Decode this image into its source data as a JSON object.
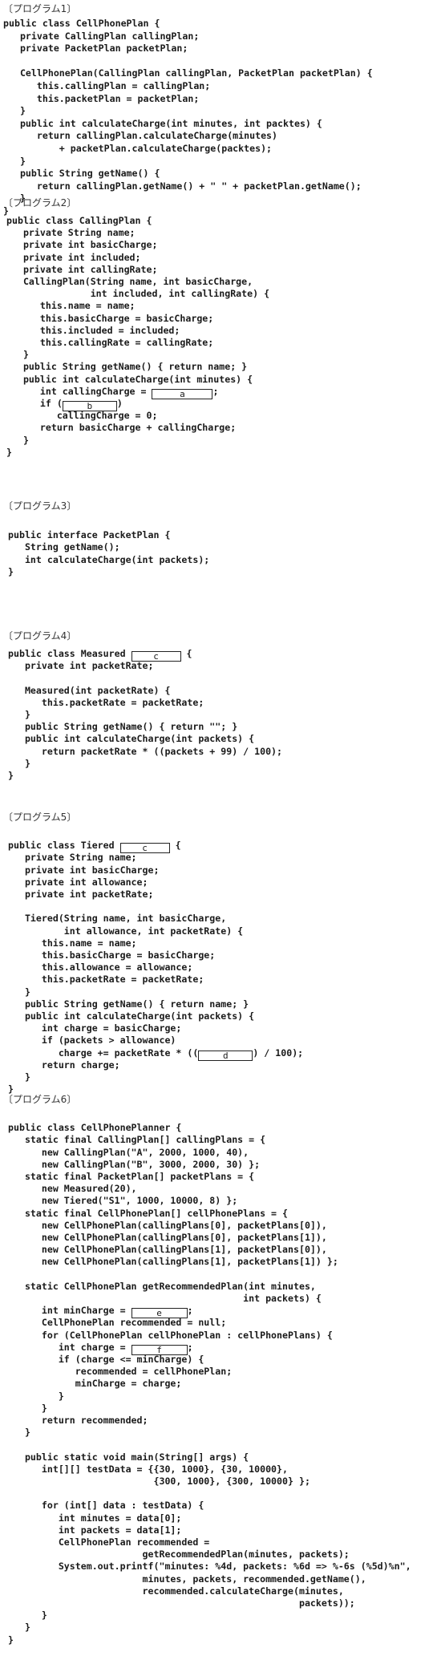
{
  "programs": [
    {
      "heading": "〔プログラム1〕",
      "lines": [
        [
          {
            "t": "public class CellPhonePlan {"
          }
        ],
        [
          {
            "t": "   private CallingPlan callingPlan;"
          }
        ],
        [
          {
            "t": "   private PacketPlan packetPlan;"
          }
        ],
        [
          {
            "t": ""
          }
        ],
        [
          {
            "t": "   CellPhonePlan(CallingPlan callingPlan, PacketPlan packetPlan) {"
          }
        ],
        [
          {
            "t": "      this.callingPlan = callingPlan;"
          }
        ],
        [
          {
            "t": "      this.packetPlan = packetPlan;"
          }
        ],
        [
          {
            "t": "   }"
          }
        ],
        [
          {
            "t": "   public int calculateCharge(int minutes, int packtes) {"
          }
        ],
        [
          {
            "t": "      return callingPlan.calculateCharge(minutes)"
          }
        ],
        [
          {
            "t": "          + packetPlan.calculateCharge(packtes);"
          }
        ],
        [
          {
            "t": "   }"
          }
        ],
        [
          {
            "t": "   public String getName() {"
          }
        ],
        [
          {
            "t": "      return callingPlan.getName() + \" \" + packetPlan.getName();"
          }
        ],
        [
          {
            "t": "   }"
          }
        ],
        [
          {
            "t": "}"
          }
        ]
      ]
    },
    {
      "heading": "〔プログラム2〕",
      "lines": [
        [
          {
            "t": "public class CallingPlan {"
          }
        ],
        [
          {
            "t": "   private String name;"
          }
        ],
        [
          {
            "t": "   private int basicCharge;"
          }
        ],
        [
          {
            "t": "   private int included;"
          }
        ],
        [
          {
            "t": "   private int callingRate;"
          }
        ],
        [
          {
            "t": "   CallingPlan(String name, int basicCharge,"
          }
        ],
        [
          {
            "t": "               int included, int callingRate) {"
          }
        ],
        [
          {
            "t": "      this.name = name;"
          }
        ],
        [
          {
            "t": "      this.basicCharge = basicCharge;"
          }
        ],
        [
          {
            "t": "      this.included = included;"
          }
        ],
        [
          {
            "t": "      this.callingRate = callingRate;"
          }
        ],
        [
          {
            "t": "   }"
          }
        ],
        [
          {
            "t": "   public String getName() { return name; }"
          }
        ],
        [
          {
            "t": "   public int calculateCharge(int minutes) {"
          }
        ],
        [
          {
            "t": "      int callingCharge = "
          },
          {
            "b": "a",
            "w": 76
          },
          {
            "t": ";"
          }
        ],
        [
          {
            "t": "      if ("
          },
          {
            "b": "b",
            "w": 68
          },
          {
            "t": ")"
          }
        ],
        [
          {
            "t": "         callingCharge = 0;"
          }
        ],
        [
          {
            "t": "      return basicCharge + callingCharge;"
          }
        ],
        [
          {
            "t": "   }"
          }
        ],
        [
          {
            "t": "}"
          }
        ]
      ]
    },
    {
      "heading": "〔プログラム3〕",
      "lines": [
        [
          {
            "t": ""
          }
        ],
        [
          {
            "t": "public interface PacketPlan {"
          }
        ],
        [
          {
            "t": "   String getName();"
          }
        ],
        [
          {
            "t": "   int calculateCharge(int packets);"
          }
        ],
        [
          {
            "t": "}"
          }
        ]
      ]
    },
    {
      "heading": "〔プログラム4〕",
      "lines": [
        [
          {
            "t": "public class Measured "
          },
          {
            "b": "c",
            "w": 62
          },
          {
            "t": " {"
          }
        ],
        [
          {
            "t": "   private int packetRate;"
          }
        ],
        [
          {
            "t": ""
          }
        ],
        [
          {
            "t": "   Measured(int packetRate) {"
          }
        ],
        [
          {
            "t": "      this.packetRate = packetRate;"
          }
        ],
        [
          {
            "t": "   }"
          }
        ],
        [
          {
            "t": "   public String getName() { return \"\"; }"
          }
        ],
        [
          {
            "t": "   public int calculateCharge(int packets) {"
          }
        ],
        [
          {
            "t": "      return packetRate * ((packets + 99) / 100);"
          }
        ],
        [
          {
            "t": "   }"
          }
        ],
        [
          {
            "t": "}"
          }
        ]
      ]
    },
    {
      "heading": "〔プログラム5〕",
      "lines": [
        [
          {
            "t": ""
          }
        ],
        [
          {
            "t": "public class Tiered "
          },
          {
            "b": "c",
            "w": 62
          },
          {
            "t": " {"
          }
        ],
        [
          {
            "t": "   private String name;"
          }
        ],
        [
          {
            "t": "   private int basicCharge;"
          }
        ],
        [
          {
            "t": "   private int allowance;"
          }
        ],
        [
          {
            "t": "   private int packetRate;"
          }
        ],
        [
          {
            "t": ""
          }
        ],
        [
          {
            "t": "   Tiered(String name, int basicCharge,"
          }
        ],
        [
          {
            "t": "          int allowance, int packetRate) {"
          }
        ],
        [
          {
            "t": "      this.name = name;"
          }
        ],
        [
          {
            "t": "      this.basicCharge = basicCharge;"
          }
        ],
        [
          {
            "t": "      this.allowance = allowance;"
          }
        ],
        [
          {
            "t": "      this.packetRate = packetRate;"
          }
        ],
        [
          {
            "t": "   }"
          }
        ],
        [
          {
            "t": "   public String getName() { return name; }"
          }
        ],
        [
          {
            "t": "   public int calculateCharge(int packets) {"
          }
        ],
        [
          {
            "t": "      int charge = basicCharge;"
          }
        ],
        [
          {
            "t": "      if (packets > allowance)"
          }
        ],
        [
          {
            "t": "         charge += packetRate * (("
          },
          {
            "b": "d",
            "w": 68
          },
          {
            "t": ") / 100);"
          }
        ],
        [
          {
            "t": "      return charge;"
          }
        ],
        [
          {
            "t": "   }"
          }
        ],
        [
          {
            "t": "}"
          }
        ]
      ]
    },
    {
      "heading": "〔プログラム6〕",
      "lines": [
        [
          {
            "t": ""
          }
        ],
        [
          {
            "t": "public class CellPhonePlanner {"
          }
        ],
        [
          {
            "t": "   static final CallingPlan[] callingPlans = {"
          }
        ],
        [
          {
            "t": "      new CallingPlan(\"A\", 2000, 1000, 40),"
          }
        ],
        [
          {
            "t": "      new CallingPlan(\"B\", 3000, 2000, 30) };"
          }
        ],
        [
          {
            "t": "   static final PacketPlan[] packetPlans = {"
          }
        ],
        [
          {
            "t": "      new Measured(20),"
          }
        ],
        [
          {
            "t": "      new Tiered(\"S1\", 1000, 10000, 8) };"
          }
        ],
        [
          {
            "t": "   static final CellPhonePlan[] cellPhonePlans = {"
          }
        ],
        [
          {
            "t": "      new CellPhonePlan(callingPlans[0], packetPlans[0]),"
          }
        ],
        [
          {
            "t": "      new CellPhonePlan(callingPlans[0], packetPlans[1]),"
          }
        ],
        [
          {
            "t": "      new CellPhonePlan(callingPlans[1], packetPlans[0]),"
          }
        ],
        [
          {
            "t": "      new CellPhonePlan(callingPlans[1], packetPlans[1]) };"
          }
        ],
        [
          {
            "t": ""
          }
        ],
        [
          {
            "t": "   static CellPhonePlan getRecommendedPlan(int minutes,"
          }
        ],
        [
          {
            "t": "                                          int packets) {"
          }
        ],
        [
          {
            "t": "      int minCharge = "
          },
          {
            "b": "e",
            "w": 70
          },
          {
            "t": ";"
          }
        ],
        [
          {
            "t": "      CellPhonePlan recommended = null;"
          }
        ],
        [
          {
            "t": "      for (CellPhonePlan cellPhonePlan : cellPhonePlans) {"
          }
        ],
        [
          {
            "t": "         int charge = "
          },
          {
            "b": "f",
            "w": 70
          },
          {
            "t": ";"
          }
        ],
        [
          {
            "t": "         if (charge <= minCharge) {"
          }
        ],
        [
          {
            "t": "            recommended = cellPhonePlan;"
          }
        ],
        [
          {
            "t": "            minCharge = charge;"
          }
        ],
        [
          {
            "t": "         }"
          }
        ],
        [
          {
            "t": "      }"
          }
        ],
        [
          {
            "t": "      return recommended;"
          }
        ],
        [
          {
            "t": "   }"
          }
        ],
        [
          {
            "t": ""
          }
        ],
        [
          {
            "t": "   public static void main(String[] args) {"
          }
        ],
        [
          {
            "t": "      int[][] testData = {{30, 1000}, {30, 10000},"
          }
        ],
        [
          {
            "t": "                          {300, 1000}, {300, 10000} };"
          }
        ],
        [
          {
            "t": ""
          }
        ],
        [
          {
            "t": "      for (int[] data : testData) {"
          }
        ],
        [
          {
            "t": "         int minutes = data[0];"
          }
        ],
        [
          {
            "t": "         int packets = data[1];"
          }
        ],
        [
          {
            "t": "         CellPhonePlan recommended ="
          }
        ],
        [
          {
            "t": "                        getRecommendedPlan(minutes, packets);"
          }
        ],
        [
          {
            "t": "         System.out.printf(\"minutes: %4d, packets: %6d => %-6s (%5d)%n\","
          }
        ],
        [
          {
            "t": "                        minutes, packets, recommended.getName(),"
          }
        ],
        [
          {
            "t": "                        recommended.calculateCharge(minutes,"
          }
        ],
        [
          {
            "t": "                                                    packets));"
          }
        ],
        [
          {
            "t": "      }"
          }
        ],
        [
          {
            "t": "   }"
          }
        ],
        [
          {
            "t": "}"
          }
        ]
      ]
    }
  ]
}
